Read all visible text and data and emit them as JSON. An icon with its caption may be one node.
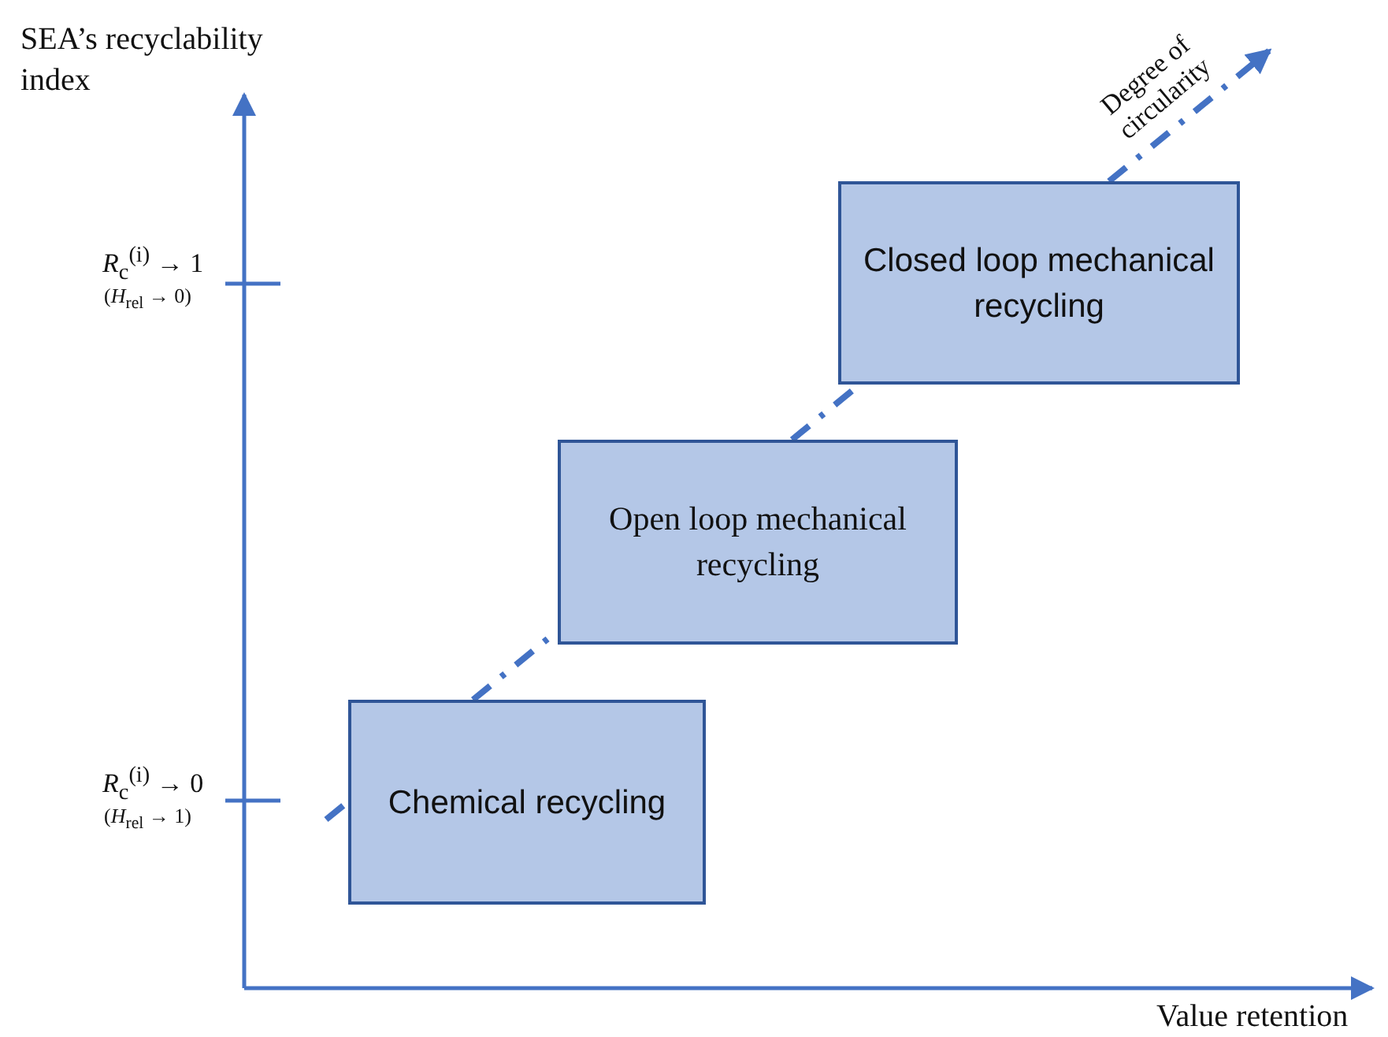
{
  "diagram": {
    "nodes": [
      {
        "text": [
          "Chemical recycling"
        ]
      },
      {
        "text": [
          "Open loop mechanical recycling"
        ]
      },
      {
        "text": [
          "Closed loop mechanical recycling"
        ]
      }
    ],
    "edges": [
      {
        "from": null,
        "to": 0,
        "arrow": "none",
        "style": "dashed"
      },
      {
        "from": 0,
        "to": 1,
        "arrow": "none",
        "style": "dashed"
      },
      {
        "from": 1,
        "to": 2,
        "arrow": "none",
        "style": "dashed"
      },
      {
        "from": 2,
        "to": null,
        "arrow": "to",
        "style": "dashed",
        "label": "Degree of circularity"
      }
    ],
    "labels": [
      "SEA’s recyclability index",
      "*R*$_{c}$$^{(i)}$ → 1",
      "(*H*$_{rel}$ → 0)",
      "*R*$_{c}$$^{(i)}$ → 0",
      "(*H*$_{rel}$ → 1)",
      "Value retention"
    ]
  }
}
